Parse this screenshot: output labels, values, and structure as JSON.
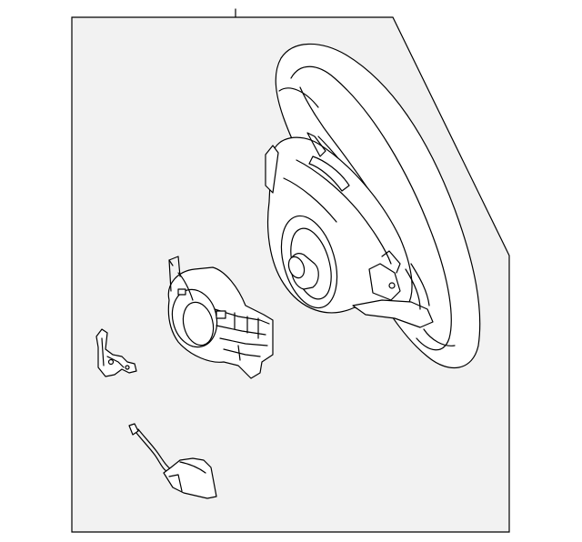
{
  "diagram": {
    "panel_fill": "#f2f2f2",
    "line_color": "#000000",
    "parts": [
      {
        "name": "steering-wheel"
      },
      {
        "name": "clock-spring"
      },
      {
        "name": "bracket"
      },
      {
        "name": "wire-harness"
      }
    ]
  }
}
